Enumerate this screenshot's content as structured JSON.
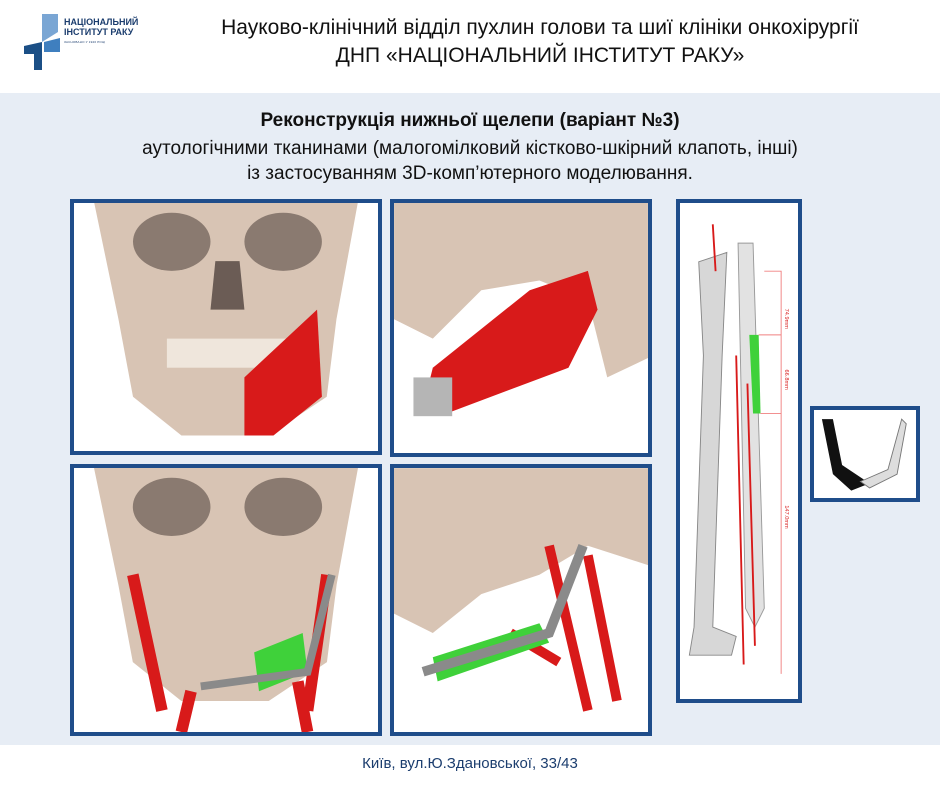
{
  "logo": {
    "line1": "НАЦІОНАЛЬНИЙ",
    "line2": "ІНСТИТУТ РАКУ",
    "line3": "ЗАСНОВАНО У 1920 РОЦІ"
  },
  "header": {
    "line1": "Науково-клінічний відділ пухлин голови та шиї клініки онкохірургії",
    "line2": "ДНП «НАЦІОНАЛЬНИЙ ІНСТИТУТ РАКУ»"
  },
  "subtitle": {
    "bold": "Реконструкція нижньої щелепи (варіант №3)",
    "line2": "аутологічними тканинами (малогомілковий кістково-шкірний клапоть, інші)",
    "line3": "із застосуванням 3D-комп’ютерного моделювання."
  },
  "fibula_measurements": [
    "74.9mm",
    "66.8mm",
    "147.0mm"
  ],
  "footer": "Київ, вул.Ю.Здановської, 33/43",
  "colors": {
    "frame": "#1f4d8a",
    "band": "#e7edf5",
    "bone": "#d8c4b4",
    "tumor": "#d81a1a",
    "graft": "#3fd13a",
    "plate": "#8a8a8a"
  }
}
